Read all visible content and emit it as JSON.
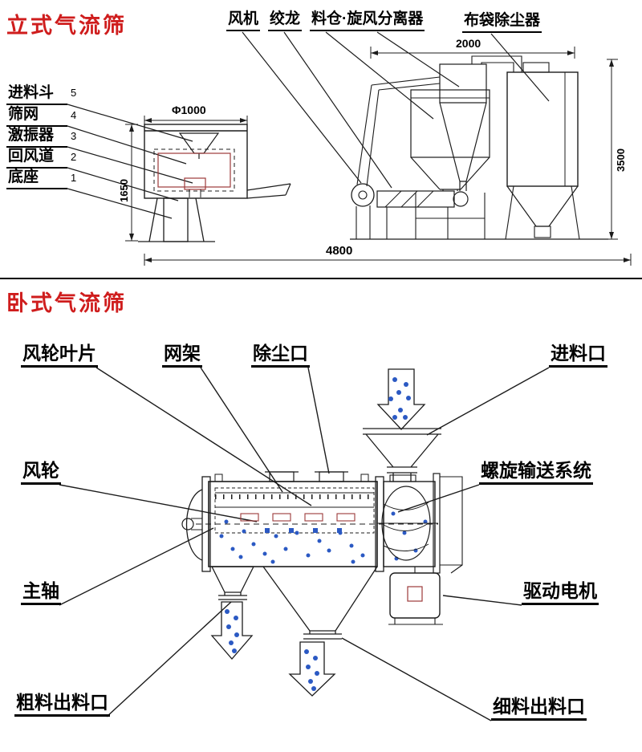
{
  "colors": {
    "title_red": "#cf1d1d",
    "line_dark": "#1c1c1c",
    "detail_red": "#9c3a3a",
    "particle_blue": "#2b59c3"
  },
  "vertical_section": {
    "title": "立式气流筛",
    "top_labels": [
      "风机",
      "绞龙",
      "料仓·旋风分离器",
      "布袋除尘器"
    ],
    "left_labels": [
      {
        "label": "进料斗",
        "num": "5"
      },
      {
        "label": "筛网",
        "num": "4"
      },
      {
        "label": "激振器",
        "num": "3"
      },
      {
        "label": "回风道",
        "num": "2"
      },
      {
        "label": "底座",
        "num": "1"
      }
    ],
    "dimensions": {
      "screen_diameter": "Φ1000",
      "screen_height": "1650",
      "system_top_width": "2000",
      "system_height": "3500",
      "system_total_length": "4800"
    }
  },
  "horizontal_section": {
    "title": "卧式气流筛",
    "labels": {
      "wind_wheel_blade": "风轮叶片",
      "mesh_frame": "网架",
      "dust_port": "除尘口",
      "feed_inlet": "进料口",
      "wind_wheel": "风轮",
      "screw_conveyor": "螺旋输送系统",
      "main_shaft": "主轴",
      "drive_motor": "驱动电机",
      "coarse_outlet": "粗料出料口",
      "fine_outlet": "细料出料口"
    }
  }
}
